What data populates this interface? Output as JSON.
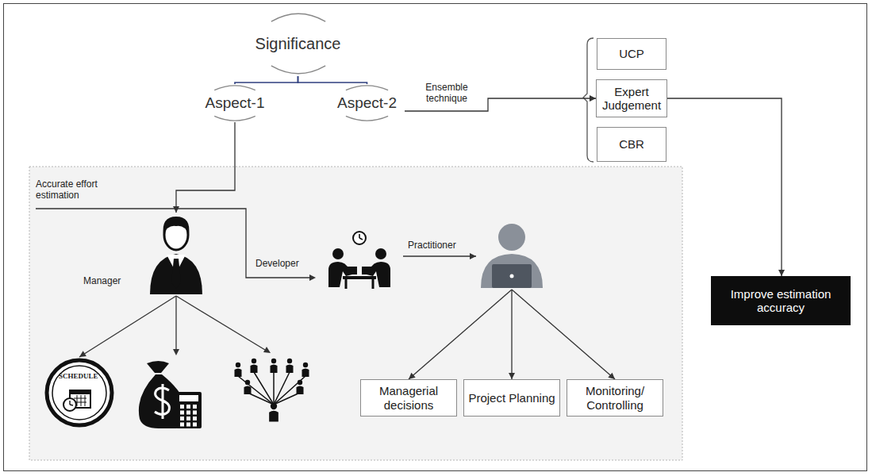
{
  "diagram": {
    "nodes": [
      {
        "text": [
          "Significance"
        ]
      },
      {
        "text": [
          "Aspect-1"
        ]
      },
      {
        "text": [
          "Aspect-2"
        ]
      },
      {
        "text": [
          "UCP"
        ]
      },
      {
        "text": [
          "Expert Judgement"
        ]
      },
      {
        "text": [
          "CBR"
        ]
      },
      {
        "text": [
          "Manager"
        ]
      },
      {
        "text": [
          "Developer"
        ]
      },
      {
        "text": [
          "Practitioner"
        ]
      },
      {
        "text": [
          "SCHEDULE"
        ]
      },
      {
        "text": [
          "Managerial decisions"
        ]
      },
      {
        "text": [
          "Project Planning"
        ]
      },
      {
        "text": [
          "Monitoring/ Controlling"
        ]
      },
      {
        "text": [
          "Improve estimation accuracy"
        ]
      }
    ],
    "edges": [
      {
        "from": 0,
        "to": 1,
        "arrow": "none"
      },
      {
        "from": 0,
        "to": 2,
        "arrow": "none"
      },
      {
        "from": 2,
        "to": 4,
        "arrow": "to",
        "label": "Ensemble technique"
      },
      {
        "from": 4,
        "to": 13,
        "arrow": "to"
      },
      {
        "from": 1,
        "to": 6,
        "arrow": "to"
      },
      {
        "from": 6,
        "to": 9,
        "arrow": "to"
      },
      {
        "from": 7,
        "to": 8,
        "arrow": "to"
      },
      {
        "from": 8,
        "to": 10,
        "arrow": "to"
      },
      {
        "from": 8,
        "to": 11,
        "arrow": "to"
      },
      {
        "from": 8,
        "to": 12,
        "arrow": "to"
      }
    ],
    "labels": [
      "Accurate effort estimation"
    ]
  }
}
